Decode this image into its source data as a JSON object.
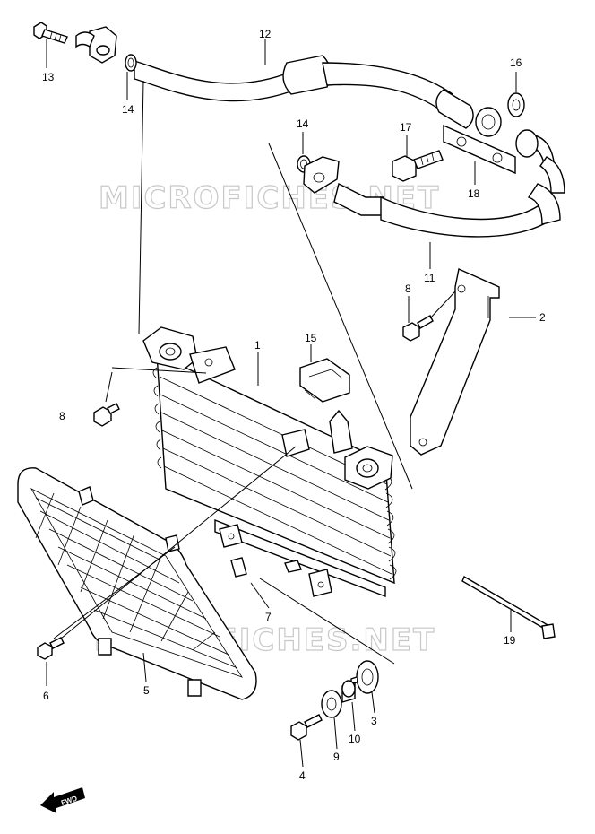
{
  "watermark": "MICROFICHES.NET",
  "fwd_label": "FWD",
  "callouts": {
    "c1": "1",
    "c2": "2",
    "c3": "3",
    "c4": "4",
    "c5": "5",
    "c6": "6",
    "c7": "7",
    "c8a": "8",
    "c8b": "8",
    "c9": "9",
    "c10": "10",
    "c11": "11",
    "c12": "12",
    "c13": "13",
    "c14a": "14",
    "c14b": "14",
    "c15": "15",
    "c16": "16",
    "c17": "17",
    "c18": "18",
    "c19": "19"
  },
  "colors": {
    "line": "#000000",
    "watermark": "#c8c8c8",
    "background": "#ffffff"
  }
}
